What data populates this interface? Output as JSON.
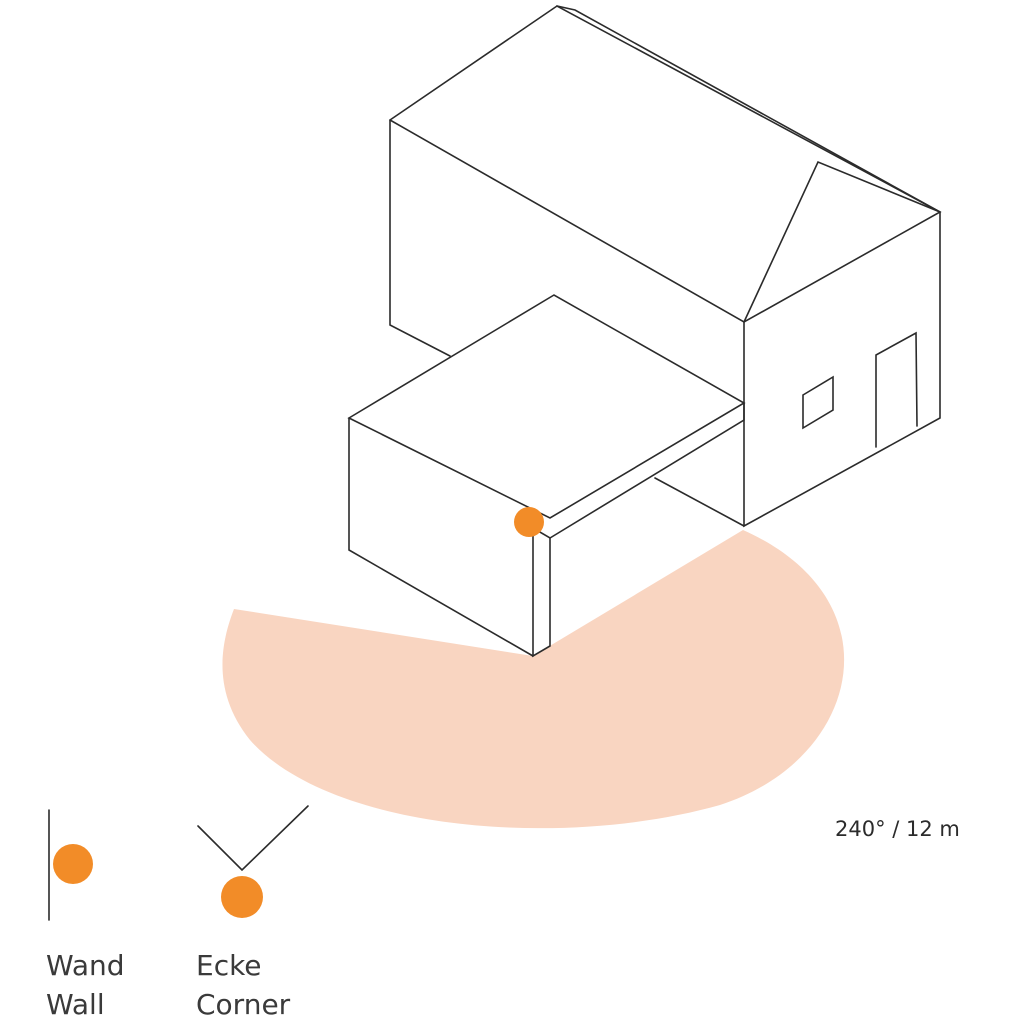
{
  "detection": {
    "label": "240° / 12 m",
    "fill_color": "#f9d5c1"
  },
  "sensor": {
    "color": "#f28c28"
  },
  "legend": {
    "wall": {
      "label_de": "Wand",
      "label_en": "Wall"
    },
    "corner": {
      "label_de": "Ecke",
      "label_en": "Corner"
    }
  }
}
